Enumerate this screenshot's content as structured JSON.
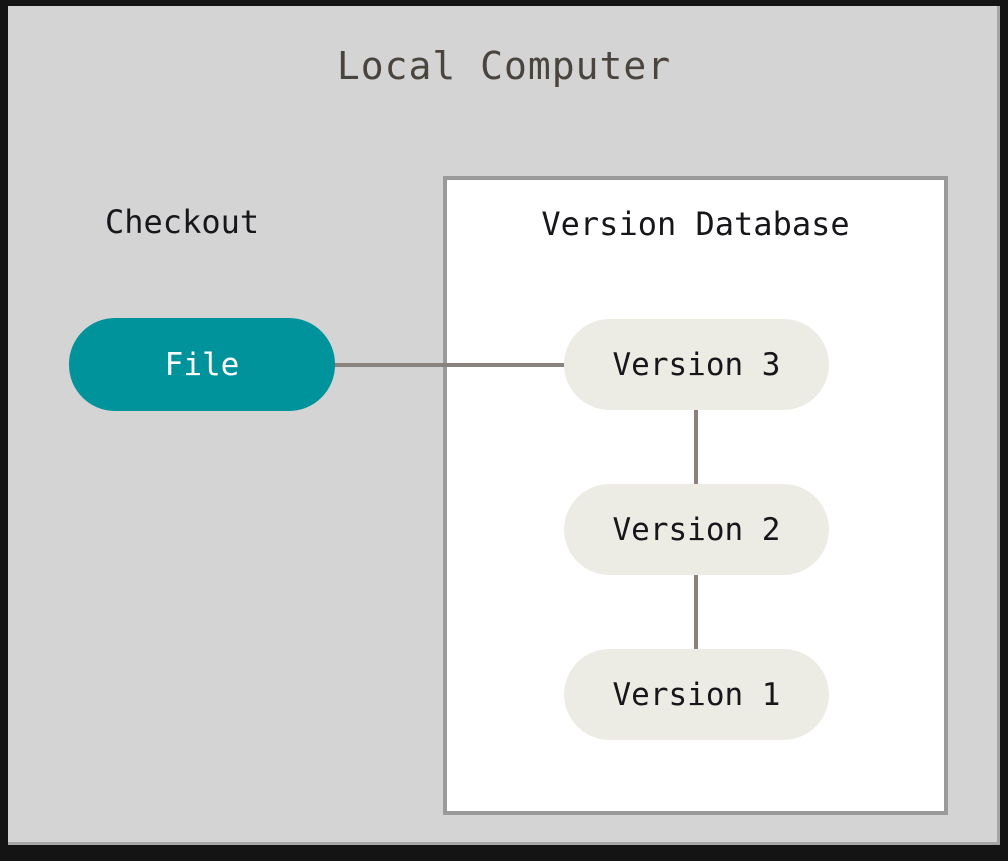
{
  "diagram": {
    "title": "Local Computer",
    "background_color": "#d4d4d4",
    "checkout": {
      "label": "Checkout",
      "file_node": {
        "label": "File",
        "fill": "#00939c",
        "text_color": "#ffffff"
      }
    },
    "version_database": {
      "title": "Version Database",
      "fill": "#ffffff",
      "border_color": "#9a9a9a",
      "versions": [
        {
          "label": "Version 3",
          "fill": "#edece4"
        },
        {
          "label": "Version 2",
          "fill": "#edece4"
        },
        {
          "label": "Version 1",
          "fill": "#edece4"
        }
      ]
    },
    "connectors": {
      "color": "#8a827c",
      "links": [
        {
          "from": "File",
          "to": "Version 3"
        },
        {
          "from": "Version 3",
          "to": "Version 2"
        },
        {
          "from": "Version 2",
          "to": "Version 1"
        }
      ]
    }
  }
}
